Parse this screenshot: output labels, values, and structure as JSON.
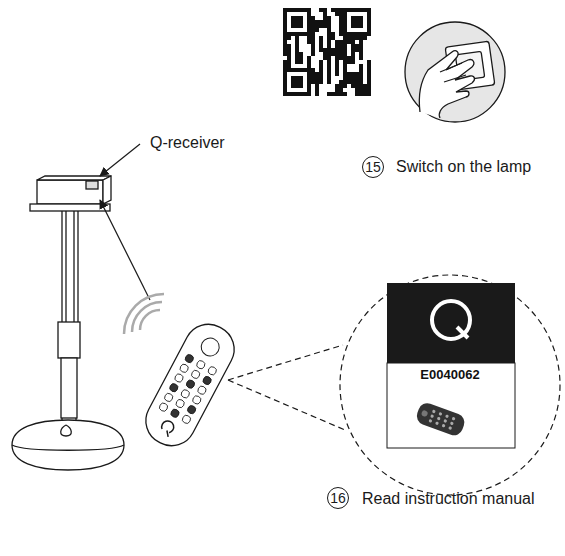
{
  "diagram": {
    "nodes": [
      {
        "text": [
          "E0040062"
        ]
      }
    ],
    "labels": [
      "Q-receiver",
      "15",
      "Switch on the lamp",
      "16",
      "Read instruction manual"
    ]
  }
}
